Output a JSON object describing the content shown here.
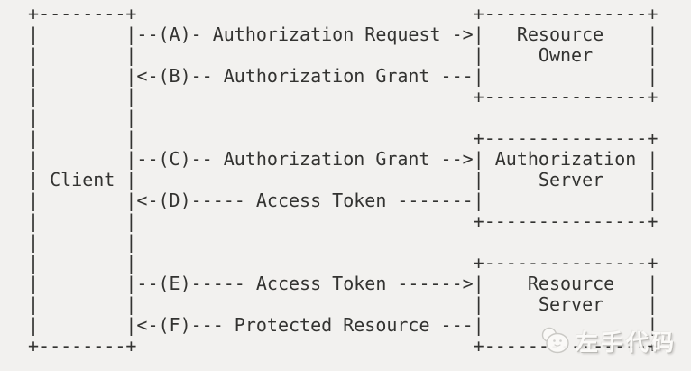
{
  "diagram": {
    "ascii_lines": [
      "+--------+                               +---------------+",
      "|        |--(A)- Authorization Request ->|   Resource    |",
      "|        |                               |     Owner     |",
      "|        |<-(B)-- Authorization Grant ---|               |",
      "|        |                               +---------------+",
      "|        |",
      "|        |                               +---------------+",
      "|        |--(C)-- Authorization Grant -->| Authorization |",
      "| Client |                               |     Server    |",
      "|        |<-(D)----- Access Token -------|               |",
      "|        |                               +---------------+",
      "|        |",
      "|        |                               +---------------+",
      "|        |--(E)----- Access Token ------>|    Resource   |",
      "|        |                               |     Server    |",
      "|        |<-(F)--- Protected Resource ---|               |",
      "+--------+                               +---------------+"
    ],
    "entities": [
      {
        "name": "Client"
      },
      {
        "name": "Resource Owner"
      },
      {
        "name": "Authorization Server"
      },
      {
        "name": "Resource Server"
      }
    ],
    "steps": [
      {
        "id": "A",
        "label": "Authorization Request",
        "from": "Client",
        "to": "Resource Owner"
      },
      {
        "id": "B",
        "label": "Authorization Grant",
        "from": "Resource Owner",
        "to": "Client"
      },
      {
        "id": "C",
        "label": "Authorization Grant",
        "from": "Client",
        "to": "Authorization Server"
      },
      {
        "id": "D",
        "label": "Access Token",
        "from": "Authorization Server",
        "to": "Client"
      },
      {
        "id": "E",
        "label": "Access Token",
        "from": "Client",
        "to": "Resource Server"
      },
      {
        "id": "F",
        "label": "Protected Resource",
        "from": "Resource Server",
        "to": "Client"
      }
    ]
  },
  "watermark": {
    "text": "左手代码",
    "logo_icon": "chick-mascot-icon"
  },
  "colors": {
    "background": "#f2f1ef",
    "text": "#333331",
    "watermark_text": "#fcfbf9"
  }
}
